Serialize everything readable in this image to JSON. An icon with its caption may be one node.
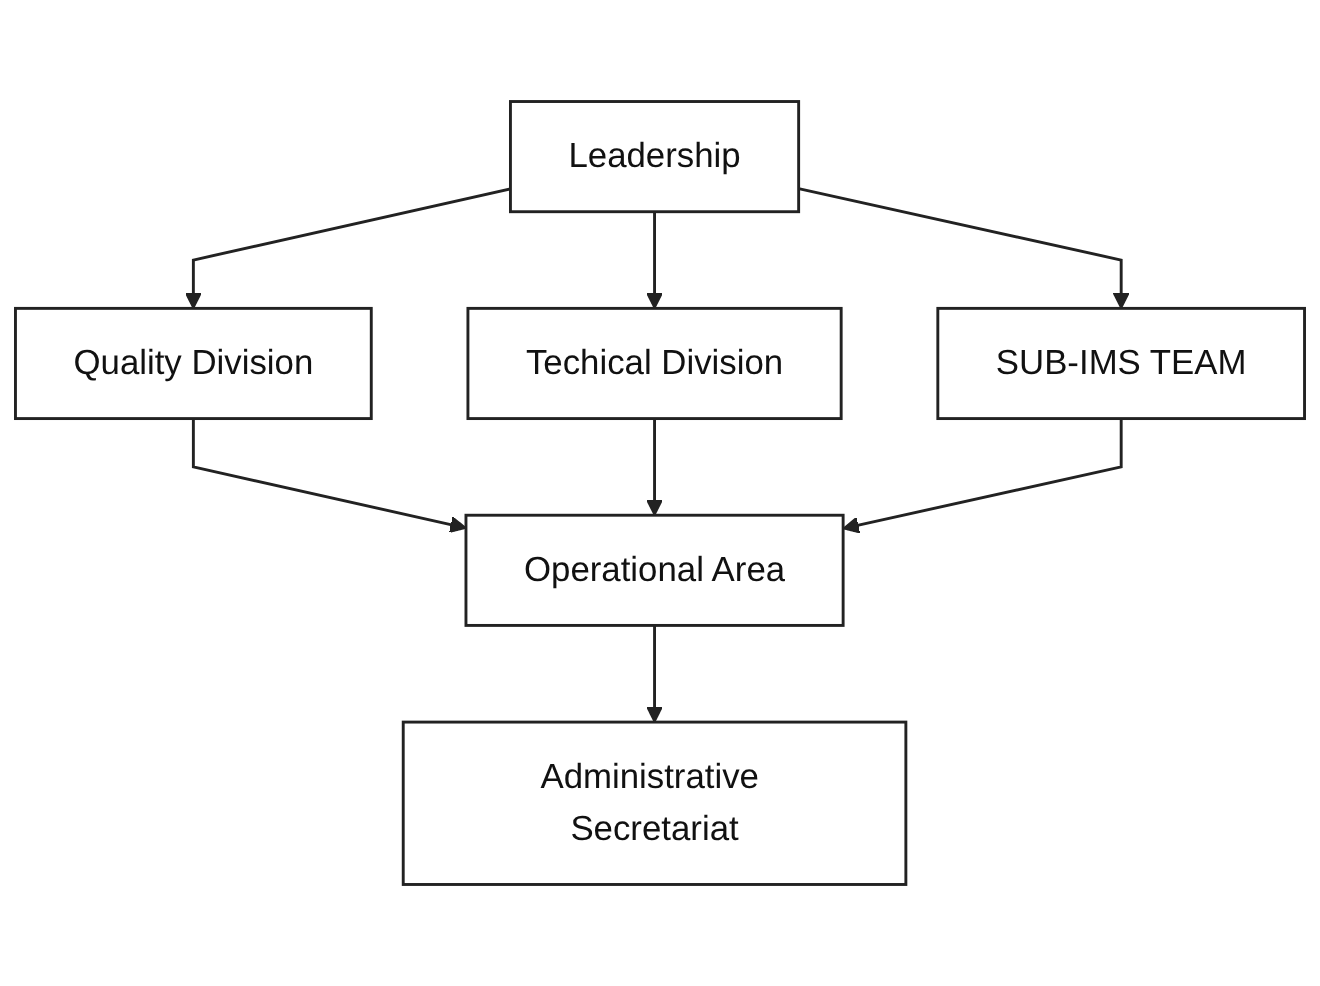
{
  "diagram": {
    "nodes": [
      {
        "text": [
          "Leadership"
        ]
      },
      {
        "text": [
          "Quality Division"
        ]
      },
      {
        "text": [
          "Techical Division"
        ]
      },
      {
        "text": [
          "SUB-IMS TEAM"
        ]
      },
      {
        "text": [
          "Operational Area"
        ]
      },
      {
        "text": [
          "Administrative Secretariat"
        ]
      }
    ],
    "edges": [
      {
        "from": 0,
        "to": 1,
        "arrow": "to"
      },
      {
        "from": 0,
        "to": 2,
        "arrow": "to"
      },
      {
        "from": 0,
        "to": 3,
        "arrow": "to"
      },
      {
        "from": 1,
        "to": 4,
        "arrow": "to"
      },
      {
        "from": 2,
        "to": 4,
        "arrow": "to"
      },
      {
        "from": 3,
        "to": 4,
        "arrow": "to"
      },
      {
        "from": 4,
        "to": 5,
        "arrow": "to"
      }
    ]
  }
}
